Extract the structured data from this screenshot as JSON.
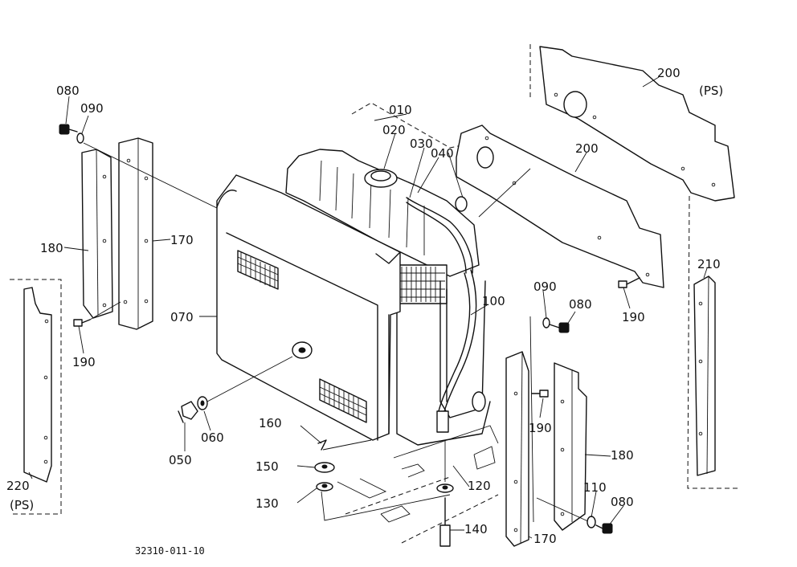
{
  "diagram": {
    "drawing_number": "32310-011-10",
    "parts": [
      {
        "id": "p010",
        "label": "010"
      },
      {
        "id": "p020",
        "label": "020"
      },
      {
        "id": "p030",
        "label": "030"
      },
      {
        "id": "p040",
        "label": "040"
      },
      {
        "id": "p050",
        "label": "050"
      },
      {
        "id": "p060",
        "label": "060"
      },
      {
        "id": "p070",
        "label": "070"
      },
      {
        "id": "p080a",
        "label": "080"
      },
      {
        "id": "p080b",
        "label": "080"
      },
      {
        "id": "p080c",
        "label": "080"
      },
      {
        "id": "p090a",
        "label": "090"
      },
      {
        "id": "p090b",
        "label": "090"
      },
      {
        "id": "p100",
        "label": "100"
      },
      {
        "id": "p110",
        "label": "110"
      },
      {
        "id": "p120",
        "label": "120"
      },
      {
        "id": "p130",
        "label": "130"
      },
      {
        "id": "p140",
        "label": "140"
      },
      {
        "id": "p150",
        "label": "150"
      },
      {
        "id": "p160",
        "label": "160"
      },
      {
        "id": "p170a",
        "label": "170"
      },
      {
        "id": "p170b",
        "label": "170"
      },
      {
        "id": "p180a",
        "label": "180"
      },
      {
        "id": "p180b",
        "label": "180"
      },
      {
        "id": "p190a",
        "label": "190"
      },
      {
        "id": "p190b",
        "label": "190"
      },
      {
        "id": "p190c",
        "label": "190"
      },
      {
        "id": "p200a",
        "label": "200"
      },
      {
        "id": "p200b",
        "label": "200"
      },
      {
        "id": "p210",
        "label": "210"
      },
      {
        "id": "p220",
        "label": "220"
      }
    ],
    "notes": {
      "ps_200": "(PS)",
      "ps_220": "(PS)"
    }
  }
}
